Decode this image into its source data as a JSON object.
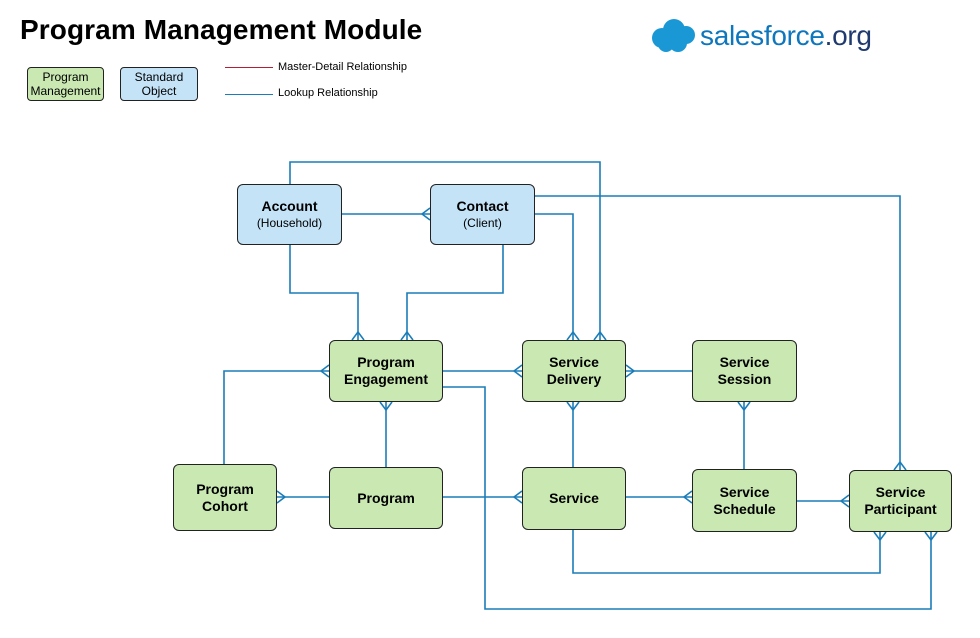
{
  "title": "Program Management Module",
  "logo": {
    "brand": "salesforce",
    "suffix": ".org",
    "icon": "cloud-icon"
  },
  "legend": {
    "boxes": [
      {
        "label": "Program Management",
        "color": "#c9e8b2"
      },
      {
        "label": "Standard Object",
        "color": "#c4e3f7"
      }
    ],
    "lines": [
      {
        "label": "Master-Detail Relationship",
        "color": "#b32033"
      },
      {
        "label": "Lookup Relationship",
        "color": "#1a7db8"
      }
    ]
  },
  "colors": {
    "green": "#c9e8b2",
    "blue": "#c4e3f7",
    "lookup": "#1a7db8",
    "master_detail": "#b32033"
  },
  "nodes": {
    "account": {
      "name": "Account",
      "sub": "(Household)"
    },
    "contact": {
      "name": "Contact",
      "sub": "(Client)"
    },
    "program_engagement": {
      "name": "Program Engagement"
    },
    "service_delivery": {
      "name": "Service Delivery"
    },
    "service_session": {
      "name": "Service Session"
    },
    "program_cohort": {
      "name": "Program Cohort"
    },
    "program": {
      "name": "Program"
    },
    "service": {
      "name": "Service"
    },
    "service_schedule": {
      "name": "Service Schedule"
    },
    "service_participant": {
      "name": "Service Participant"
    }
  }
}
